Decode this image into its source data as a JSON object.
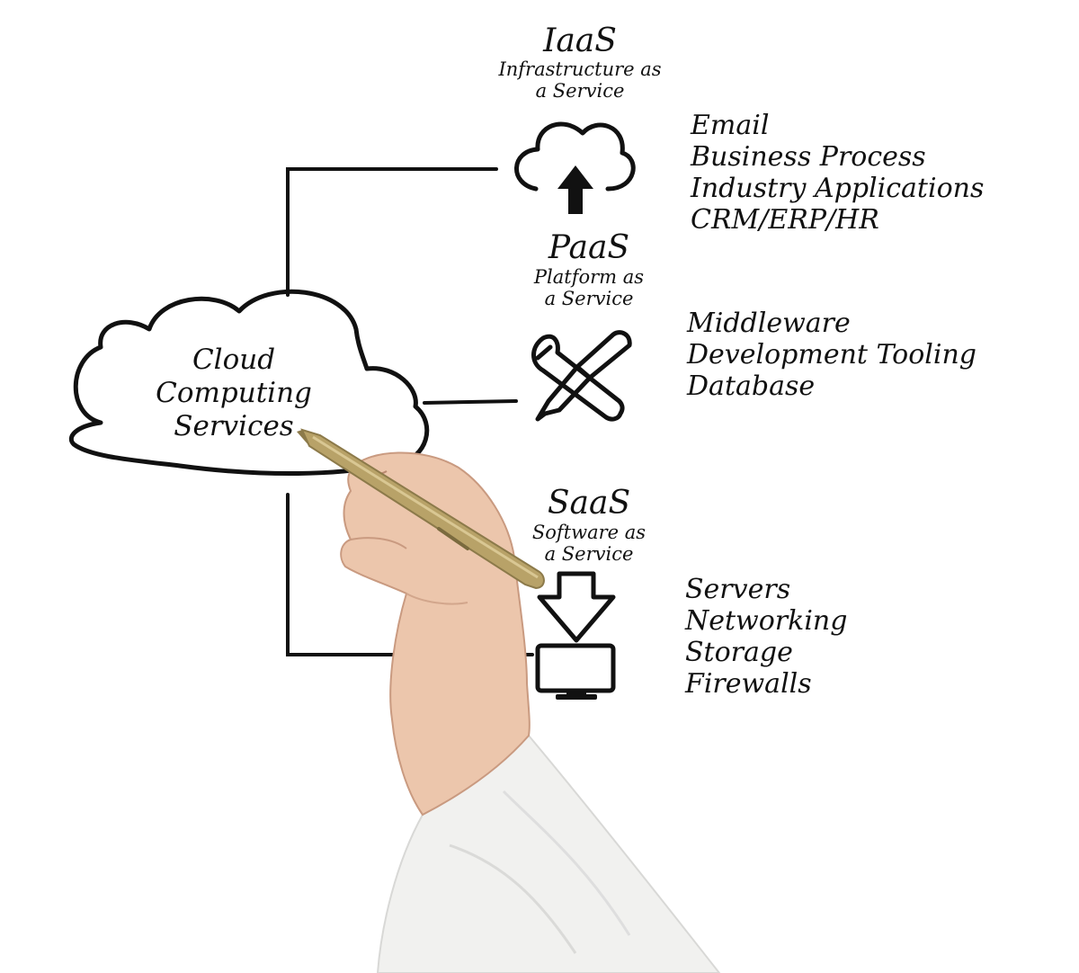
{
  "central": {
    "lines": [
      "Cloud",
      "Computing",
      "Services"
    ]
  },
  "iaas": {
    "title": "IaaS",
    "subtitle_lines": [
      "Infrastructure as",
      "a Service"
    ],
    "icon": "cloud-upload-icon",
    "items": [
      "Email",
      "Business Process",
      "Industry Applications",
      "CRM/ERP/HR"
    ]
  },
  "paas": {
    "title": "PaaS",
    "subtitle_lines": [
      "Platform as",
      "a Service"
    ],
    "icon": "tools-icon",
    "items": [
      "Middleware",
      "Development Tooling",
      "Database"
    ]
  },
  "saas": {
    "title": "SaaS",
    "subtitle_lines": [
      "Software as",
      "a Service"
    ],
    "icon": "download-to-monitor-icon",
    "items": [
      "Servers",
      "Networking",
      "Storage",
      "Firewalls"
    ]
  },
  "colors": {
    "ink": "#111111",
    "background": "#ffffff",
    "pen_gold": "#b8a268",
    "skin": "#ecc6ac",
    "sleeve": "#f1f1ef"
  }
}
